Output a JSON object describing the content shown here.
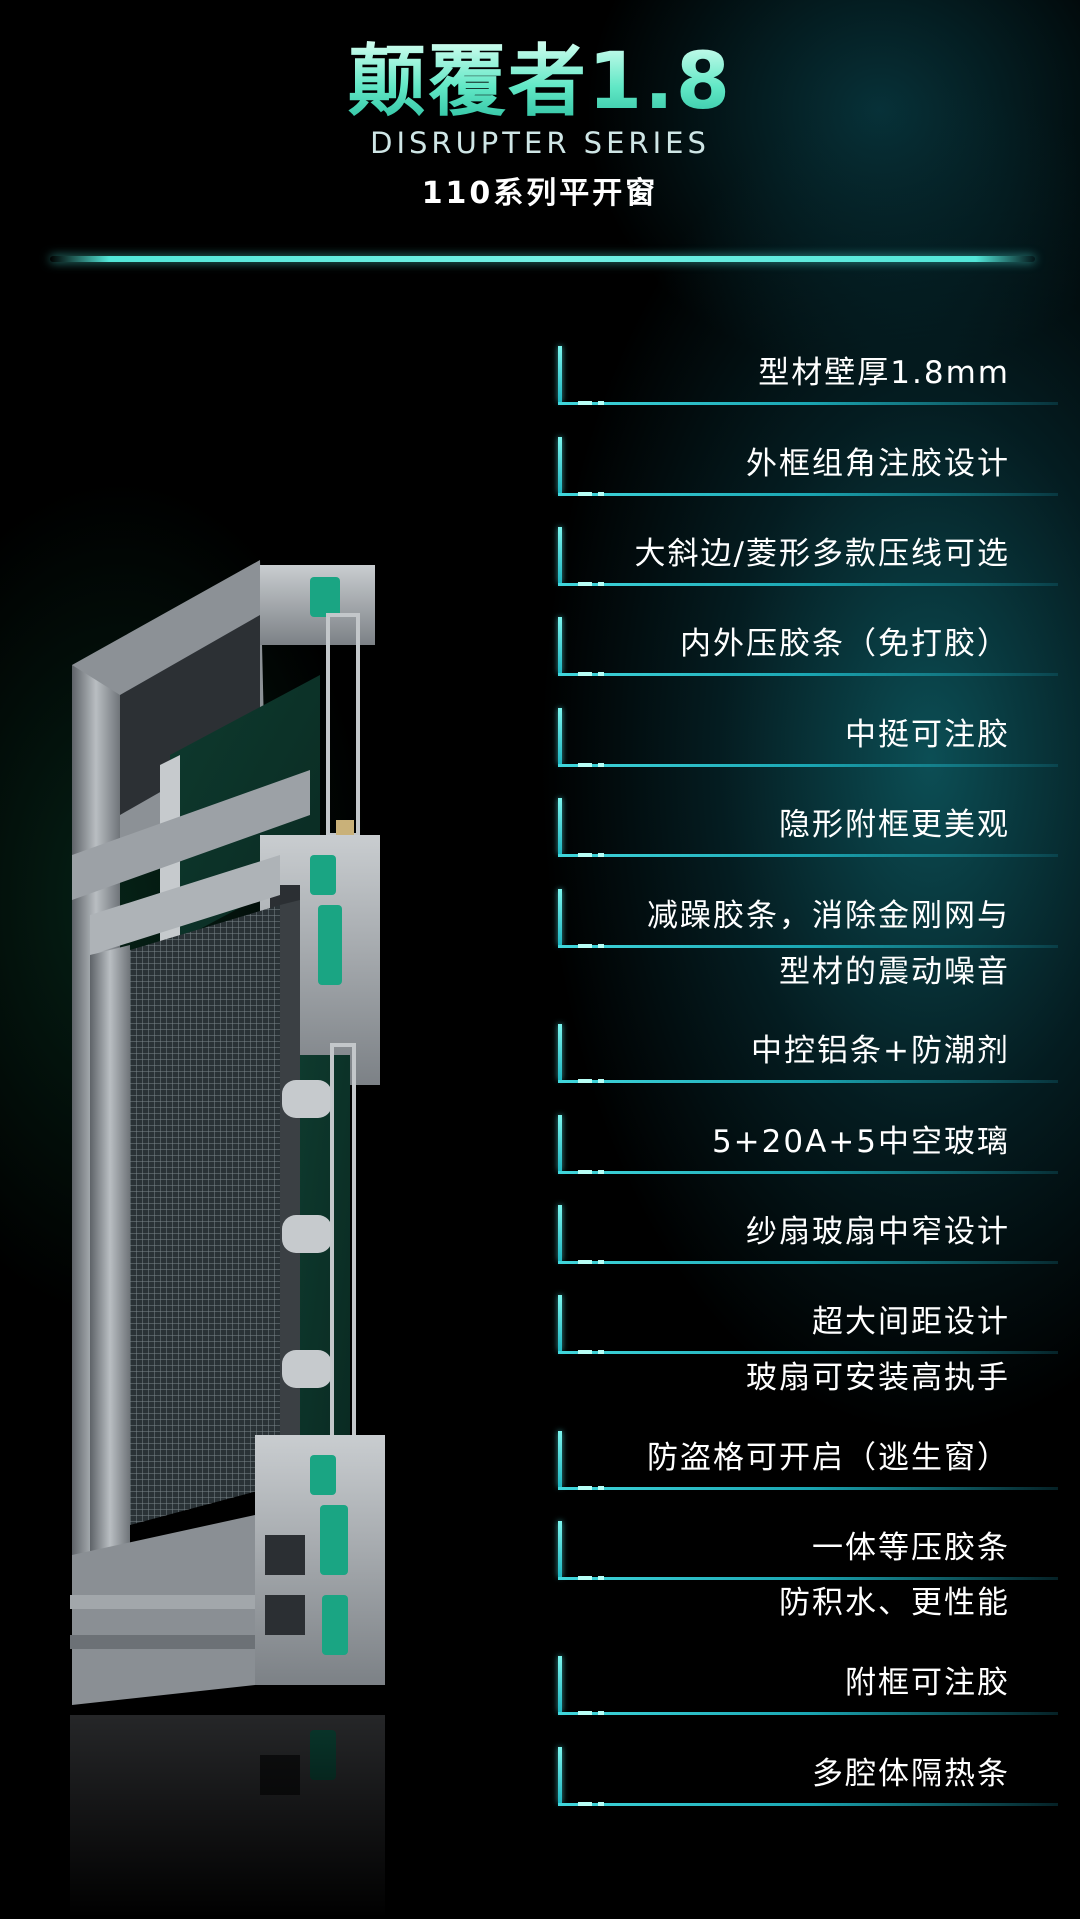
{
  "header": {
    "title": "颠覆者1.8",
    "subtitle": "DISRUPTER SERIES",
    "series": "110系列平开窗"
  },
  "features": [
    {
      "label": "型材壁厚1.8mm"
    },
    {
      "label": "外框组角注胶设计"
    },
    {
      "label": "大斜边/菱形多款压线可选"
    },
    {
      "label": "内外压胶条（免打胶）"
    },
    {
      "label": "中挺可注胶"
    },
    {
      "label": "隐形附框更美观"
    },
    {
      "label": "减躁胶条，消除金刚网与",
      "extra": "型材的震动噪音"
    },
    {
      "label": "中控铝条+防潮剂"
    },
    {
      "label": "5+20A+5中空玻璃"
    },
    {
      "label": "纱扇玻扇中窄设计"
    },
    {
      "label": "超大间距设计",
      "extra": "玻扇可安装高执手"
    },
    {
      "label": "防盗格可开启（逃生窗）"
    },
    {
      "label": "一体等压胶条",
      "extra": "防积水、更性能"
    },
    {
      "label": "附框可注胶"
    },
    {
      "label": "多腔体隔热条"
    }
  ],
  "colors": {
    "accent": "#52e6d8",
    "title_green": "#62e8c6",
    "background": "#000000"
  }
}
